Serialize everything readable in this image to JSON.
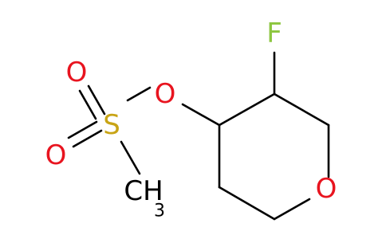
{
  "molecule": {
    "atoms": {
      "fluorine": "F",
      "ester_oxygen": "O",
      "sulfur": "S",
      "sulfonyl_oxygen_top": "O",
      "sulfonyl_oxygen_bottom": "O",
      "ring_oxygen": "O",
      "methyl": "CH",
      "methyl_subscript": "3"
    },
    "colors": {
      "fluorine": "#8cc63f",
      "oxygen": "#e8141f",
      "sulfur": "#c8a415",
      "carbon": "#000000"
    }
  }
}
